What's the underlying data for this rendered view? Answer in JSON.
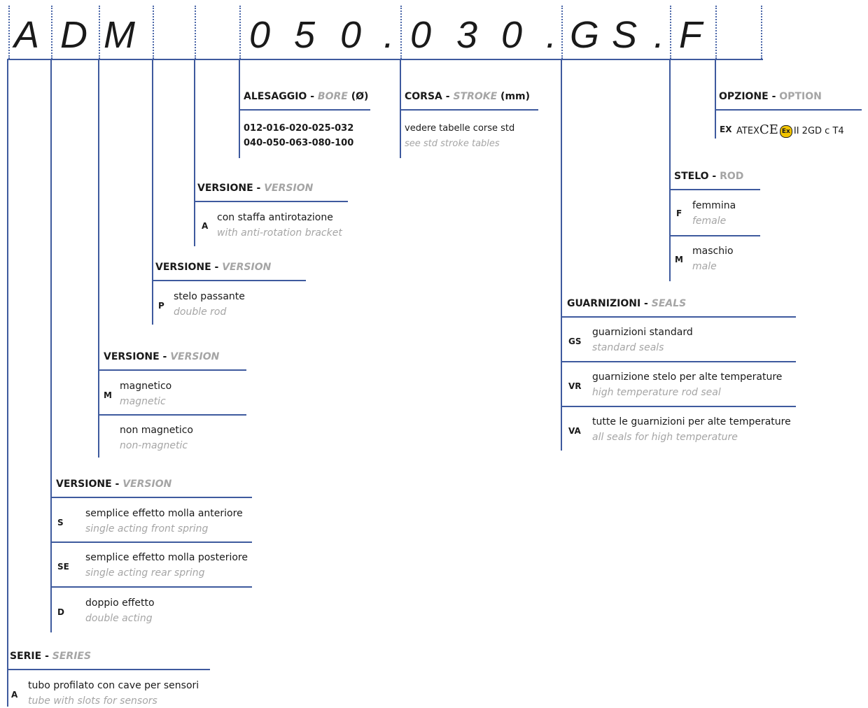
{
  "code_chars": [
    "A",
    "D",
    "M",
    "0",
    "5",
    "0",
    ".",
    "0",
    "3",
    "0",
    ".",
    "G",
    "S",
    ".",
    "F"
  ],
  "sections": {
    "serie": {
      "title": "SERIE",
      "title_en": "SERIES",
      "items": [
        {
          "code": "A",
          "it": "tubo profilato con cave per sensori",
          "en": "tube with slots for sensors"
        }
      ]
    },
    "versione_1": {
      "title": "VERSIONE",
      "title_en": "VERSION",
      "items": [
        {
          "code": "S",
          "it": "semplice effetto molla anteriore",
          "en": "single acting front spring"
        },
        {
          "code": "SE",
          "it": "semplice effetto molla posteriore",
          "en": "single acting rear spring"
        },
        {
          "code": "D",
          "it": "doppio effetto",
          "en": "double acting"
        }
      ]
    },
    "versione_2": {
      "title": "VERSIONE",
      "title_en": "VERSION",
      "items": [
        {
          "code": "M",
          "it": "magnetico",
          "en": "magnetic"
        },
        {
          "code": "",
          "it": "non magnetico",
          "en": "non-magnetic"
        }
      ]
    },
    "versione_3": {
      "title": "VERSIONE",
      "title_en": "VERSION",
      "items": [
        {
          "code": "P",
          "it": "stelo passante",
          "en": "double rod"
        }
      ]
    },
    "versione_4": {
      "title": "VERSIONE",
      "title_en": "VERSION",
      "items": [
        {
          "code": "A",
          "it": "con staffa antirotazione",
          "en": "with anti-rotation bracket"
        }
      ]
    },
    "alesaggio": {
      "title": "ALESAGGIO",
      "title_en": "BORE",
      "title_suffix": "(Ø)",
      "line1": "012-016-020-025-032",
      "line2": "040-050-063-080-100"
    },
    "corsa": {
      "title": "CORSA",
      "title_en": "STROKE",
      "title_suffix": "(mm)",
      "it": "vedere tabelle corse std",
      "en": "see std stroke tables"
    },
    "guarnizioni": {
      "title": "GUARNIZIONI",
      "title_en": "SEALS",
      "items": [
        {
          "code": "GS",
          "it": "guarnizioni standard",
          "en": "standard seals"
        },
        {
          "code": "VR",
          "it": "guarnizione stelo per alte temperature",
          "en": "high temperature rod seal"
        },
        {
          "code": "VA",
          "it": "tutte le guarnizioni per alte temperature",
          "en": "all seals for high temperature"
        }
      ]
    },
    "stelo": {
      "title": "STELO",
      "title_en": "ROD",
      "items": [
        {
          "code": "F",
          "it": "femmina",
          "en": "female"
        },
        {
          "code": "M",
          "it": "maschio",
          "en": "male"
        }
      ]
    },
    "opzione": {
      "title": "OPZIONE",
      "title_en": "OPTION",
      "code": "EX",
      "atex": "ATEX",
      "ce": "CE",
      "ex_mark": "Ex",
      "cert": "II 2GD c T4"
    }
  }
}
